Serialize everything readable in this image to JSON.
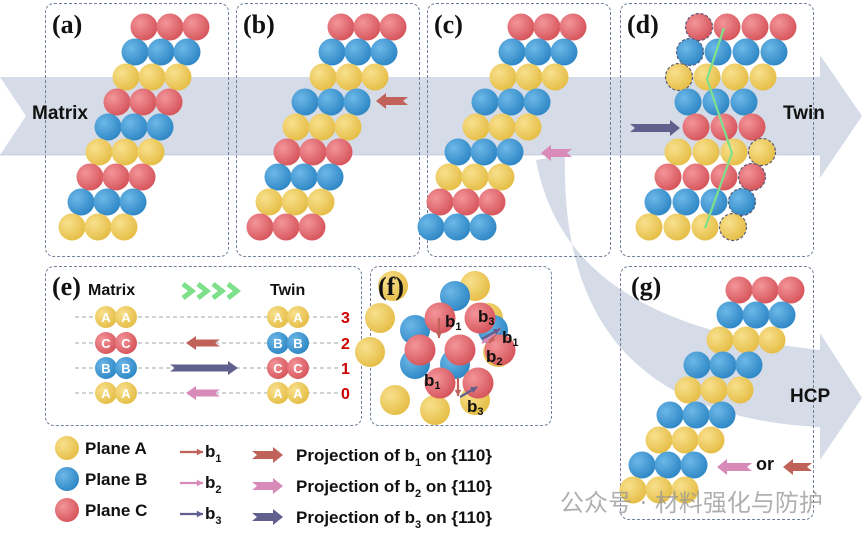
{
  "colors": {
    "plane_a": "#f0cd5c",
    "plane_b": "#3f9bd6",
    "plane_c": "#e26a6f",
    "b1": "#c0625a",
    "b2": "#d88ab8",
    "b3": "#615f8e",
    "band": "#c7cfdf",
    "green_line": "#7ee08a"
  },
  "panels": {
    "a": {
      "label": "(a)"
    },
    "b": {
      "label": "(b)"
    },
    "c": {
      "label": "(c)"
    },
    "d": {
      "label": "(d)"
    },
    "e": {
      "label": "(e)"
    },
    "f": {
      "label": "(f)"
    },
    "g": {
      "label": "(g)"
    }
  },
  "band_labels": {
    "matrix": "Matrix",
    "twin": "Twin",
    "hcp": "HCP"
  },
  "stacks": {
    "a": [
      "C",
      "B",
      "A",
      "C",
      "B",
      "A",
      "C",
      "B",
      "A"
    ],
    "b": [
      "C",
      "B",
      "A",
      "B",
      "A",
      "C",
      "B",
      "A",
      "C"
    ],
    "c": [
      "C",
      "B",
      "A",
      "B",
      "A",
      "B",
      "A",
      "C",
      "B"
    ],
    "d": [
      "C",
      "B",
      "A",
      "B",
      "C",
      "A",
      "C",
      "B",
      "A"
    ],
    "g": [
      "C",
      "B",
      "A",
      "B",
      "A",
      "B",
      "A",
      "B",
      "A"
    ]
  },
  "panel_e": {
    "matrix_title": "Matrix",
    "twin_title": "Twin",
    "rows": [
      {
        "matrix": "A",
        "twin": "A",
        "index": "3",
        "arrow": "none"
      },
      {
        "matrix": "C",
        "twin": "B",
        "index": "2",
        "arrow": "b1-left"
      },
      {
        "matrix": "B",
        "twin": "C",
        "index": "1",
        "arrow": "b3-right"
      },
      {
        "matrix": "A",
        "twin": "A",
        "index": "0",
        "arrow": "b2-left"
      }
    ]
  },
  "panel_f": {
    "labels": [
      {
        "base": "b",
        "sub": "1"
      },
      {
        "base": "b",
        "sub": "3"
      },
      {
        "base": "b",
        "sub": "1"
      },
      {
        "base": "b",
        "sub": "2"
      },
      {
        "base": "b",
        "sub": "1"
      },
      {
        "base": "b",
        "sub": "3"
      }
    ]
  },
  "panel_g": {
    "or_label": "or"
  },
  "legend": {
    "planes": [
      {
        "label": "Plane A",
        "key": "A"
      },
      {
        "label": "Plane B",
        "key": "B"
      },
      {
        "label": "Plane C",
        "key": "C"
      }
    ],
    "vectors": [
      {
        "base": "b",
        "sub": "1"
      },
      {
        "base": "b",
        "sub": "2"
      },
      {
        "base": "b",
        "sub": "3"
      }
    ],
    "projections": [
      {
        "pre": "Projection of b",
        "sub": "1",
        "post": " on {110}"
      },
      {
        "pre": "Projection of b",
        "sub": "2",
        "post": " on {110}"
      },
      {
        "pre": "Projection of b",
        "sub": "3",
        "post": " on {110}"
      }
    ]
  },
  "watermark": "公众号 · 材料强化与防护"
}
